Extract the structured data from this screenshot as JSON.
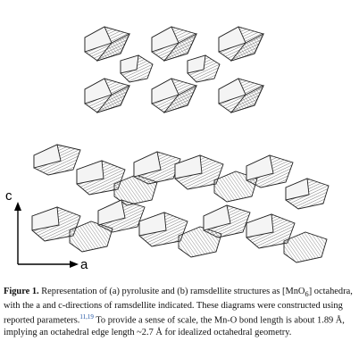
{
  "figure": {
    "axis_c": "c",
    "axis_a": "a"
  },
  "caption": {
    "label": "Figure 1.",
    "text_1": " Representation of (a) pyrolusite and (b) ramsdellite structures as [MnO",
    "sub_6": "6",
    "text_2": "] octahedra, with the a and c-directions of ramsdellite indicated. These diagrams were constructed using reported parameters.",
    "refs": "11,19",
    "text_3": " To provide a sense of scale, the Mn-O bond length is about 1.89 Å, implying an octahedral edge length ~2.7 Å for idealized octahedral geometry."
  }
}
